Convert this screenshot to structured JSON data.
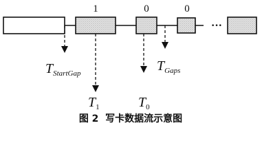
{
  "figure": {
    "block_values": [
      "1",
      "0",
      "0"
    ],
    "ellipsis": "···",
    "labels": {
      "t_start_gap_main": "T",
      "t_start_gap_sub": "StartGap",
      "t_gaps_main": "T",
      "t_gaps_sub": "Gaps",
      "t1_main": "T",
      "t1_sub": "1",
      "t0_main": "T",
      "t0_sub": "0"
    },
    "caption": "图 2  写卡数据流示意图"
  }
}
